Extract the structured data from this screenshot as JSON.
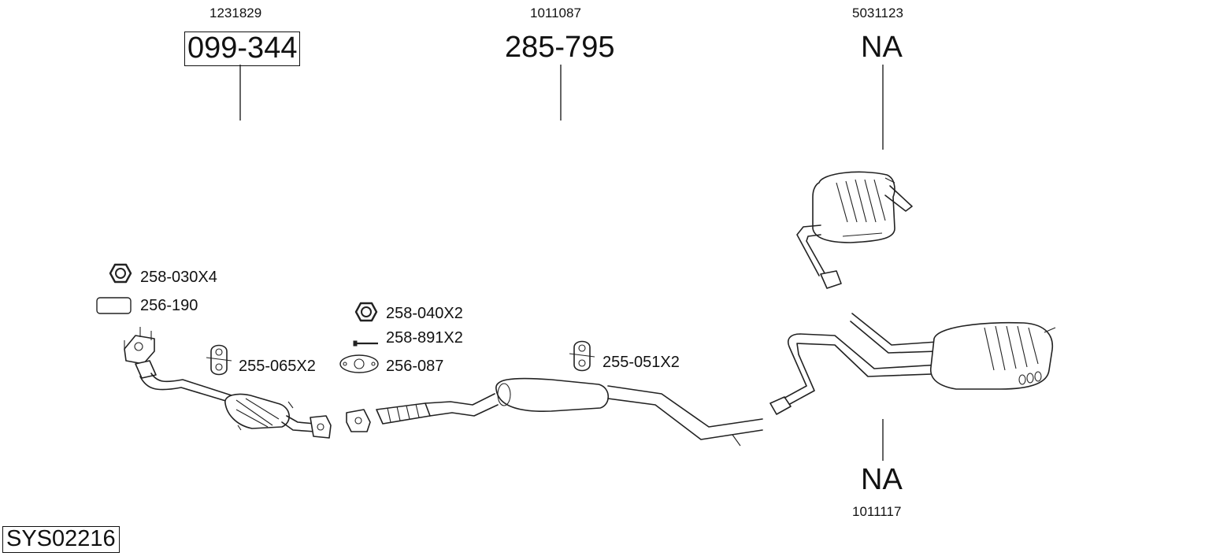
{
  "top_parts": [
    {
      "oem": "1231829",
      "part": "099-344"
    },
    {
      "oem": "1011087",
      "part": "285-795"
    },
    {
      "oem": "5031123",
      "part": "NA"
    }
  ],
  "bottom_part": {
    "oem": "1011117",
    "part": "NA"
  },
  "fittings": {
    "nut_front": "258-030X4",
    "gasket_front": "256-190",
    "hanger_front": "255-065X2",
    "nut_mid": "258-040X2",
    "bolt_mid": "258-891X2",
    "gasket_mid": "256-087",
    "hanger_mid": "255-051X2"
  },
  "system_code": "SYS02216"
}
